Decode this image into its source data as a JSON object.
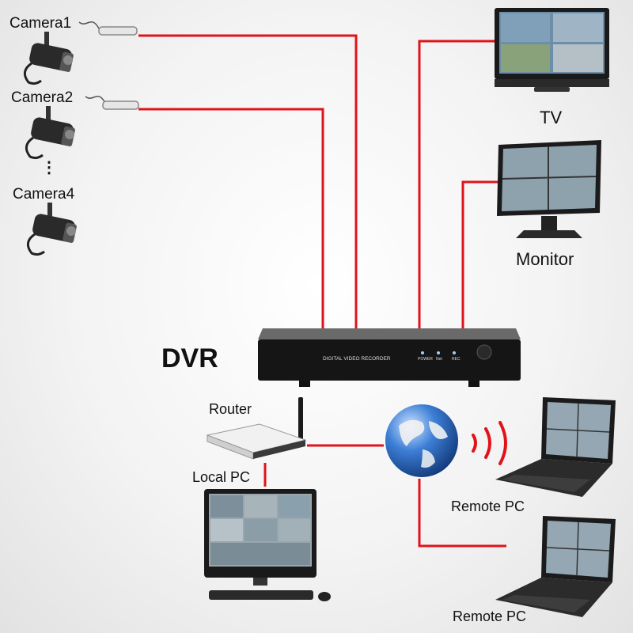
{
  "cameras": {
    "camera1_label": "Camera1",
    "camera2_label": "Camera2",
    "ellipsis": "⋮",
    "camera4_label": "Camera4"
  },
  "displays": {
    "tv_label": "TV",
    "monitor_label": "Monitor"
  },
  "dvr": {
    "label": "DVR",
    "panel_text": "DIGITAL VIDEO RECORDER",
    "led_power": "POWER",
    "led_net": "Net",
    "led_rec": "REC"
  },
  "network": {
    "router_label": "Router",
    "local_pc_label": "Local PC",
    "remote_pc_1_label": "Remote PC",
    "remote_pc_2_label": "Remote PC"
  },
  "colors": {
    "wire": "#e0131b",
    "device_dark": "#1c1c1c",
    "globe_blue": "#2f6fc4"
  }
}
